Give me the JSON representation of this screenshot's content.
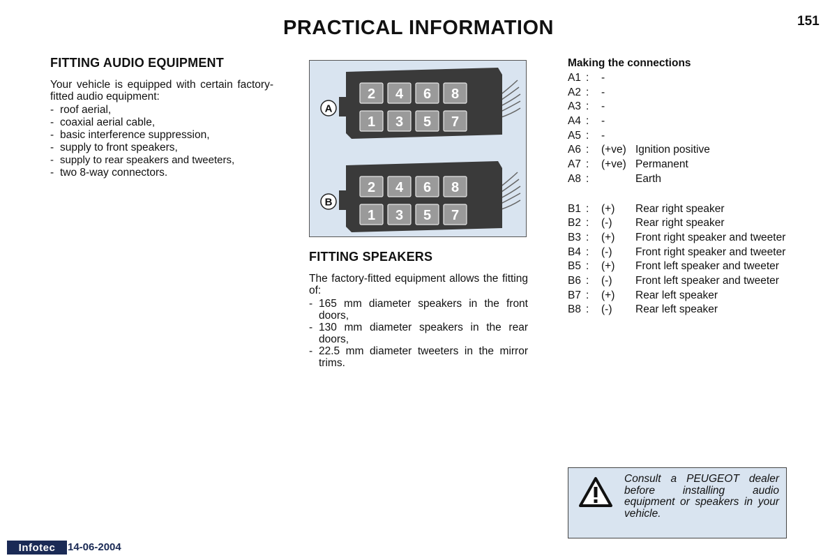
{
  "header": {
    "title": "PRACTICAL INFORMATION",
    "page_number": "151"
  },
  "audio": {
    "heading": "FITTING AUDIO EQUIPMENT",
    "intro": "Your vehicle is equipped with certain factory-fitted audio equipment:",
    "items": [
      "roof aerial,",
      "coaxial aerial cable,",
      "basic interference suppression,",
      "supply to front speakers,",
      "supply to rear speakers and tweeters,",
      "two 8-way connectors."
    ]
  },
  "diagram": {
    "connector_a_label": "A",
    "connector_b_label": "B",
    "top_row_pins": [
      "2",
      "4",
      "6",
      "8"
    ],
    "bottom_row_pins": [
      "1",
      "3",
      "5",
      "7"
    ]
  },
  "speakers": {
    "heading": "FITTING SPEAKERS",
    "intro": "The factory-fitted equipment allows the fitting of:",
    "items": [
      "165 mm diameter speakers in the front doors,",
      "130 mm diameter speakers in the rear doors,",
      "22.5 mm diameter tweeters in the mirror trims."
    ]
  },
  "connections": {
    "heading": "Making the connections",
    "group_a": [
      {
        "pin": "A1",
        "polarity": "-",
        "desc": ""
      },
      {
        "pin": "A2",
        "polarity": "-",
        "desc": ""
      },
      {
        "pin": "A3",
        "polarity": "-",
        "desc": ""
      },
      {
        "pin": "A4",
        "polarity": "-",
        "desc": ""
      },
      {
        "pin": "A5",
        "polarity": "-",
        "desc": ""
      },
      {
        "pin": "A6",
        "polarity": "(+ve)",
        "desc": "Ignition positive"
      },
      {
        "pin": "A7",
        "polarity": "(+ve)",
        "desc": "Permanent"
      },
      {
        "pin": "A8",
        "polarity": "",
        "desc": "Earth"
      }
    ],
    "group_b": [
      {
        "pin": "B1",
        "polarity": "(+)",
        "desc": "Rear right speaker"
      },
      {
        "pin": "B2",
        "polarity": "(-)",
        "desc": "Rear right speaker"
      },
      {
        "pin": "B3",
        "polarity": "(+)",
        "desc": "Front right speaker and tweeter"
      },
      {
        "pin": "B4",
        "polarity": "(-)",
        "desc": "Front right speaker and tweeter"
      },
      {
        "pin": "B5",
        "polarity": "(+)",
        "desc": "Front left speaker and tweeter"
      },
      {
        "pin": "B6",
        "polarity": "(-)",
        "desc": "Front left speaker and tweeter"
      },
      {
        "pin": "B7",
        "polarity": "(+)",
        "desc": "Rear left speaker"
      },
      {
        "pin": "B8",
        "polarity": "(-)",
        "desc": "Rear left speaker"
      }
    ],
    "separator": ":"
  },
  "warning": {
    "icon": "warning-triangle-icon",
    "text": "Consult a PEUGEOT dealer before installing audio equipment or speakers in your vehicle."
  },
  "footer": {
    "logo": "Infotec",
    "date": "14-06-2004"
  },
  "colors": {
    "panel_bg": "#d9e4f0",
    "connector_body": "#3a3a3a",
    "pin_fill": "#9a9a9a"
  }
}
